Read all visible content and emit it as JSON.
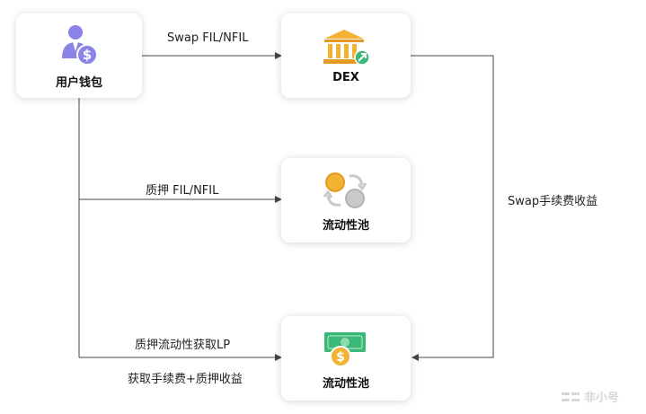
{
  "nodes": {
    "wallet": {
      "title": "用户钱包",
      "icon": "user-dollar-icon"
    },
    "dex": {
      "title": "DEX",
      "icon": "bank-arrow-icon"
    },
    "pool1": {
      "title": "流动性池",
      "icon": "coins-swap-icon"
    },
    "pool2": {
      "title": "流动性池",
      "icon": "cash-coin-icon"
    }
  },
  "edges": {
    "swap": "Swap FIL/NFIL",
    "stake": "质押 FIL/NFIL",
    "lp": "质押流动性获取LP",
    "fees": "获取手续费+质押收益",
    "swap_fee": "Swap手续费收益"
  },
  "watermark": "非小号",
  "colors": {
    "purple": "#8b84e8",
    "gold": "#f2b335",
    "green": "#3cb878",
    "gray": "#c9c9c9",
    "line": "#444444"
  }
}
